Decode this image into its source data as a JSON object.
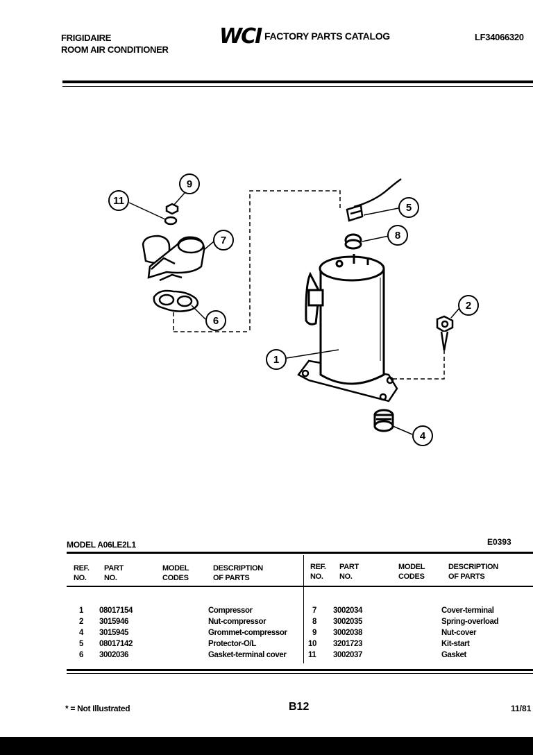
{
  "header": {
    "brand": "FRIGIDAIRE",
    "product": "ROOM AIR CONDITIONER",
    "logo": "WCI",
    "catalog_title": "FACTORY PARTS CATALOG",
    "catalog_number": "LF34066320"
  },
  "diagram": {
    "callouts": [
      "1",
      "2",
      "4",
      "5",
      "6",
      "7",
      "8",
      "9",
      "11"
    ]
  },
  "model": {
    "label": "MODEL A06LE2L1",
    "diagram_code": "E0393"
  },
  "table": {
    "headers": {
      "ref_no": "REF.\nNO.",
      "part_no": "PART\nNO.",
      "model_codes": "MODEL\nCODES",
      "description": "DESCRIPTION\nOF PARTS"
    },
    "left_rows": [
      {
        "ref": "1",
        "part": "08017154",
        "desc": "Compressor"
      },
      {
        "ref": "2",
        "part": "3015946",
        "desc": "Nut-compressor"
      },
      {
        "ref": "4",
        "part": "3015945",
        "desc": "Grommet-compressor"
      },
      {
        "ref": "5",
        "part": "08017142",
        "desc": "Protector-O/L"
      },
      {
        "ref": "6",
        "part": "3002036",
        "desc": "Gasket-terminal cover"
      }
    ],
    "right_rows": [
      {
        "ref": "7",
        "part": "3002034",
        "desc": "Cover-terminal"
      },
      {
        "ref": "8",
        "part": "3002035",
        "desc": "Spring-overload"
      },
      {
        "ref": "9",
        "part": "3002038",
        "desc": "Nut-cover"
      },
      {
        "ref": "10",
        "part": "3201723",
        "desc": "Kit-start"
      },
      {
        "ref": "11",
        "part": "3002037",
        "desc": "Gasket"
      }
    ]
  },
  "footer": {
    "note": "* = Not Illustrated",
    "page": "B12",
    "date": "11/81"
  }
}
